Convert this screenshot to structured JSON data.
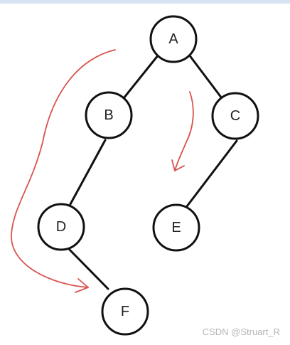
{
  "colors": {
    "background": "#ffffff",
    "node_stroke": "#111111",
    "edge_stroke": "#111111",
    "arrow_stroke": "#d9534f",
    "watermark": "#b5b5b5",
    "top_strip": "#d7e3f0"
  },
  "nodes": {
    "a": "A",
    "b": "B",
    "c": "C",
    "d": "D",
    "e": "E",
    "f": "F"
  },
  "edges": [
    "A-B",
    "A-C",
    "B-D",
    "C-E",
    "D-F"
  ],
  "watermark": "CSDN @Struart_R"
}
